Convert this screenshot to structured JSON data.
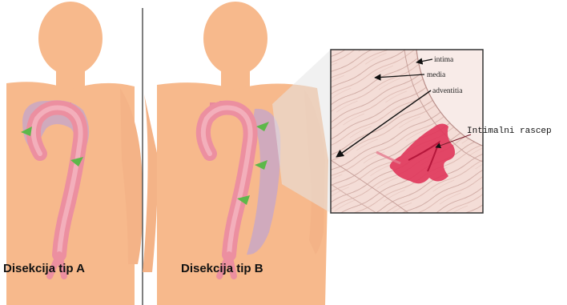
{
  "panels": {
    "type_a": {
      "label": "Disekcija tip A"
    },
    "type_b": {
      "label": "Disekcija tip B"
    }
  },
  "inset": {
    "layers": {
      "intima": "intima",
      "media": "media",
      "adventitia": "adventitia"
    },
    "tear_label": "Intimalni rascep"
  },
  "colors": {
    "skin": "#f7b98c",
    "aorta": "#ec8fa0",
    "false_lumen": "#c9a7c6",
    "flow_arrow": "#5db84a",
    "tissue": "#f3dcd6",
    "tear": "#e0355a"
  }
}
